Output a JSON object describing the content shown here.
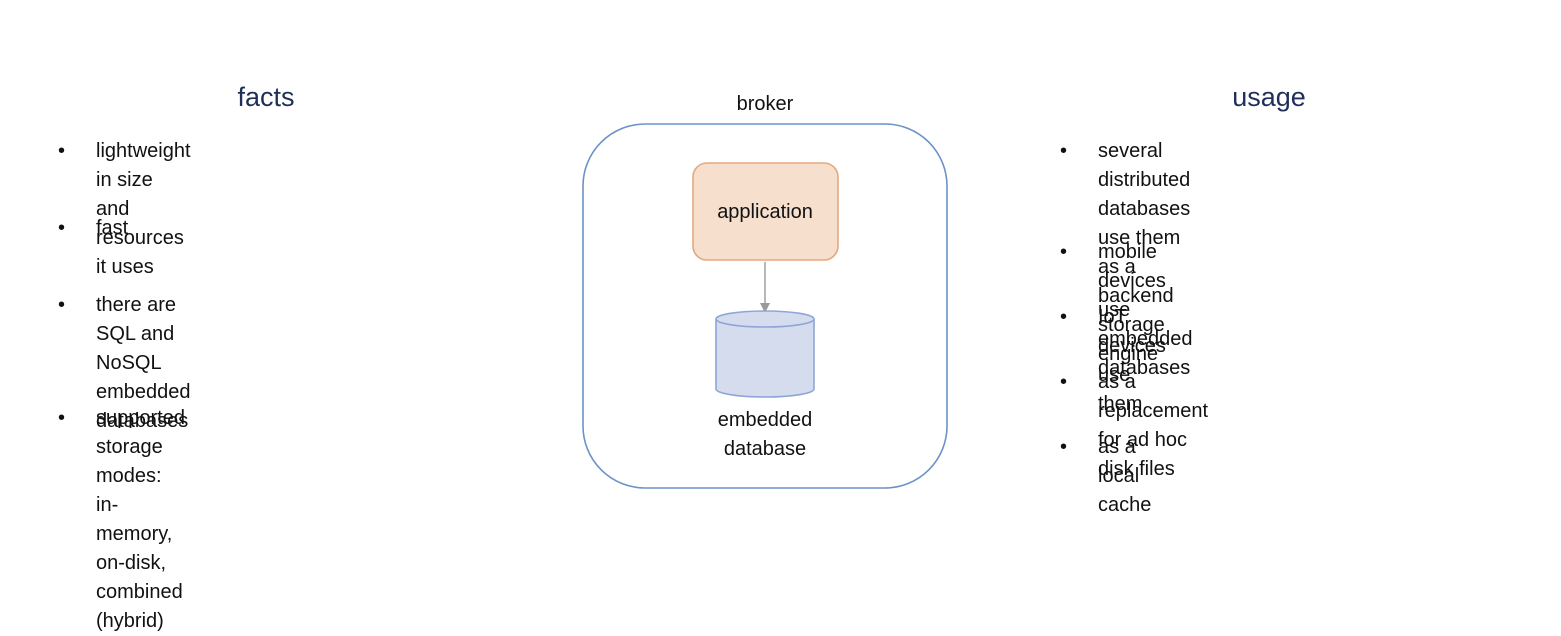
{
  "facts": {
    "heading": "facts",
    "items": [
      "lightweight in size and resources it uses",
      "fast",
      "there are SQL and NoSQL embedded\ndatabases",
      "supported storage modes: in-memory,\non-disk, combined (hybrid)"
    ]
  },
  "diagram": {
    "container_label": "broker",
    "application_label": "application",
    "database_label_line1": "embedded",
    "database_label_line2": "database"
  },
  "usage": {
    "heading": "usage",
    "items": [
      "several distributed databases use them\nas a backend storage engine",
      "mobile devices use embedded databases",
      "IoT devices use them",
      "as a replacement for ad hoc disk files",
      "as a local cache"
    ]
  },
  "colors": {
    "heading": "#1f2f5a",
    "container_stroke": "#6b93c7",
    "application_fill": "#f6dfcd",
    "application_stroke": "#e3a97e",
    "database_fill": "#d4dcee",
    "database_stroke": "#8ea6d6",
    "arrow": "#9a9a9a"
  }
}
